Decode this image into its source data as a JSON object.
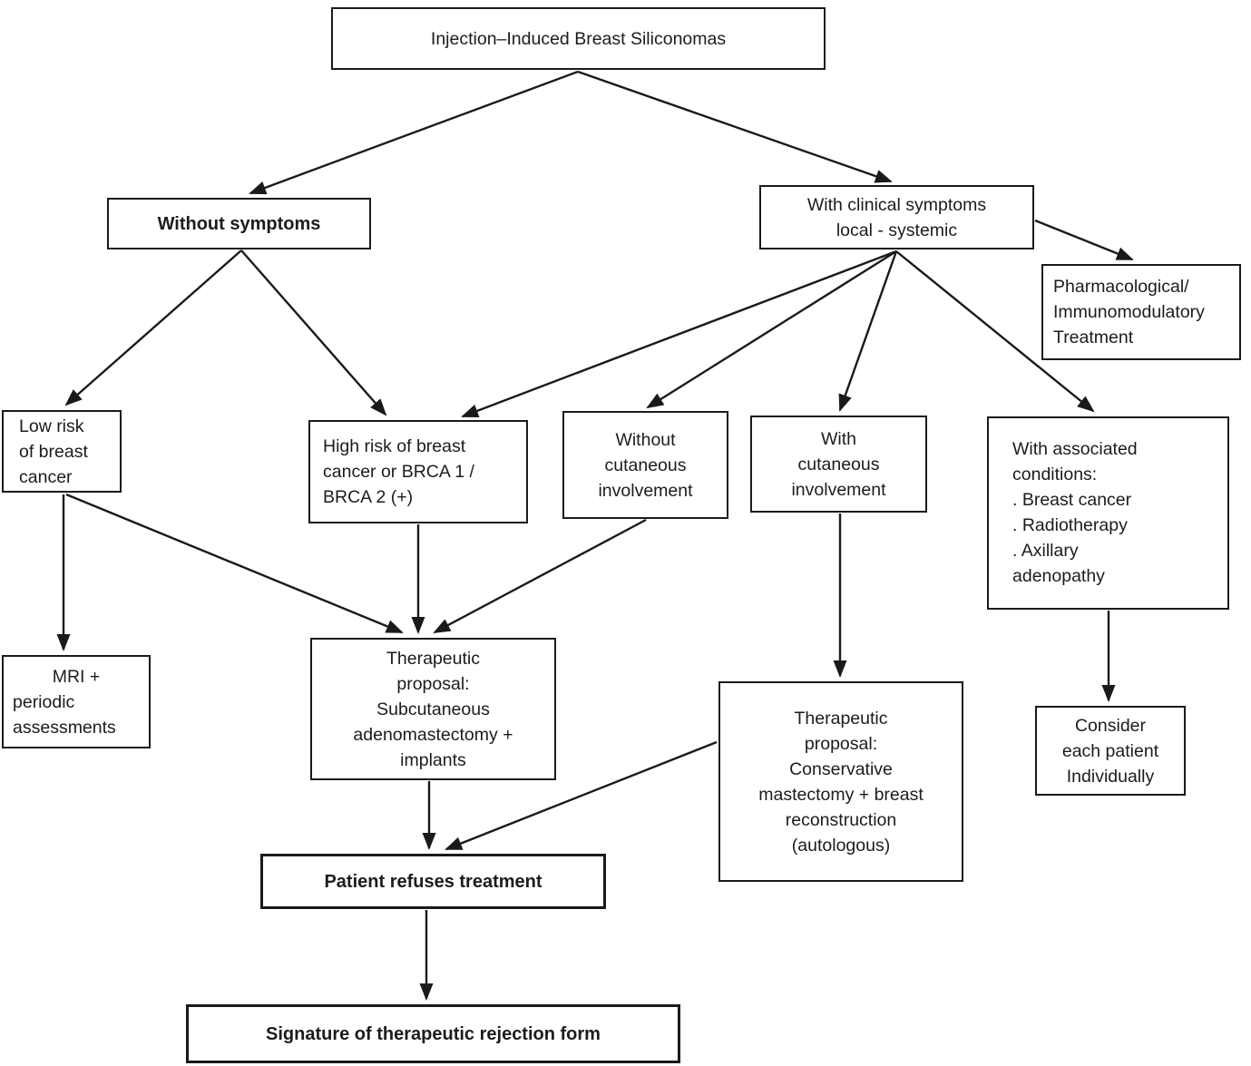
{
  "diagram_title": "Injection–Induced Breast Siliconomas",
  "nodes": {
    "root": {
      "label": "Injection–Induced Breast Siliconomas"
    },
    "without_symptoms": {
      "label": "Without symptoms"
    },
    "with_clinical": {
      "label": "With clinical symptoms\nlocal - systemic"
    },
    "pharma": {
      "label": "Pharmacological/\nImmunomodulatory\nTreatment"
    },
    "low_risk": {
      "label": "Low risk\nof breast\ncancer"
    },
    "high_risk": {
      "label": "High risk of breast\ncancer or BRCA 1 /\nBRCA 2 (+)"
    },
    "without_cutaneous": {
      "label": "Without\ncutaneous\ninvolvement"
    },
    "with_cutaneous": {
      "label": "With\ncutaneous\ninvolvement"
    },
    "associated": {
      "label": "With associated\nconditions:\n. Breast cancer\n. Radiotherapy\n. Axillary\nadenopathy"
    },
    "mri": {
      "line1": "MRI +",
      "rest": "periodic\nassessments"
    },
    "proposal_subcutaneous": {
      "label": "Therapeutic\nproposal:\nSubcutaneous\nadenomastectomy +\nimplants"
    },
    "proposal_conservative": {
      "label": "Therapeutic\nproposal:\nConservative\nmastectomy + breast\nreconstruction\n(autologous)"
    },
    "consider": {
      "label": "Consider\neach patient\nIndividually"
    },
    "refuses": {
      "label": "Patient refuses treatment"
    },
    "signature": {
      "label": "Signature of therapeutic rejection form"
    }
  },
  "edges": [
    {
      "from": "root",
      "to": "without_symptoms"
    },
    {
      "from": "root",
      "to": "with_clinical"
    },
    {
      "from": "with_clinical",
      "to": "pharma"
    },
    {
      "from": "without_symptoms",
      "to": "low_risk"
    },
    {
      "from": "without_symptoms",
      "to": "high_risk"
    },
    {
      "from": "with_clinical",
      "to": "high_risk"
    },
    {
      "from": "with_clinical",
      "to": "without_cutaneous"
    },
    {
      "from": "with_clinical",
      "to": "with_cutaneous"
    },
    {
      "from": "with_clinical",
      "to": "associated"
    },
    {
      "from": "low_risk",
      "to": "mri"
    },
    {
      "from": "low_risk",
      "to": "proposal_subcutaneous"
    },
    {
      "from": "high_risk",
      "to": "proposal_subcutaneous"
    },
    {
      "from": "without_cutaneous",
      "to": "proposal_subcutaneous"
    },
    {
      "from": "with_cutaneous",
      "to": "proposal_conservative"
    },
    {
      "from": "associated",
      "to": "consider"
    },
    {
      "from": "proposal_subcutaneous",
      "to": "refuses"
    },
    {
      "from": "proposal_conservative",
      "to": "refuses"
    },
    {
      "from": "refuses",
      "to": "signature"
    }
  ],
  "colors": {
    "line": "#1a1a1a",
    "text": "#1c1c1c",
    "background": "#ffffff"
  }
}
